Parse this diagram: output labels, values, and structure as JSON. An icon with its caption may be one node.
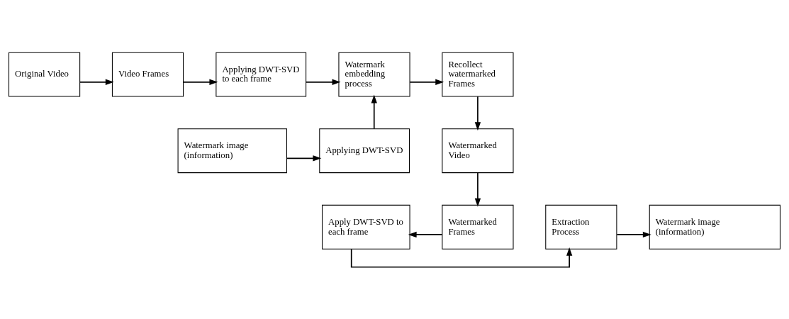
{
  "diagram": {
    "nodes": [
      {
        "text": [
          "Original Video"
        ]
      },
      {
        "text": [
          "Video Frames"
        ]
      },
      {
        "text": [
          "Applying DWT-SVD to each frame"
        ]
      },
      {
        "text": [
          "Watermark embedding process"
        ]
      },
      {
        "text": [
          "Recollect watermarked Frames"
        ]
      },
      {
        "text": [
          "Watermark image (information)"
        ]
      },
      {
        "text": [
          "Applying DWT-SVD"
        ]
      },
      {
        "text": [
          "Watermarked Video"
        ]
      },
      {
        "text": [
          "Watermark image (information)"
        ]
      },
      {
        "text": [
          "Extraction Process"
        ]
      },
      {
        "text": [
          "Apply DWT-SVD to each frame"
        ]
      },
      {
        "text": [
          "Watermarked Frames"
        ]
      }
    ],
    "edges": [
      {
        "from": 0,
        "to": 1,
        "arrow": "to"
      },
      {
        "from": 1,
        "to": 2,
        "arrow": "to"
      },
      {
        "from": 2,
        "to": 3,
        "arrow": "to"
      },
      {
        "from": 3,
        "to": 4,
        "arrow": "to"
      },
      {
        "from": 4,
        "to": 7,
        "arrow": "to"
      },
      {
        "from": 5,
        "to": 6,
        "arrow": "to"
      },
      {
        "from": 6,
        "to": 3,
        "arrow": "to"
      },
      {
        "from": 7,
        "to": 11,
        "arrow": "to"
      },
      {
        "from": 11,
        "to": 10,
        "arrow": "to"
      },
      {
        "from": 10,
        "to": 9,
        "arrow": "to"
      },
      {
        "from": 9,
        "to": 8,
        "arrow": "to"
      }
    ]
  }
}
